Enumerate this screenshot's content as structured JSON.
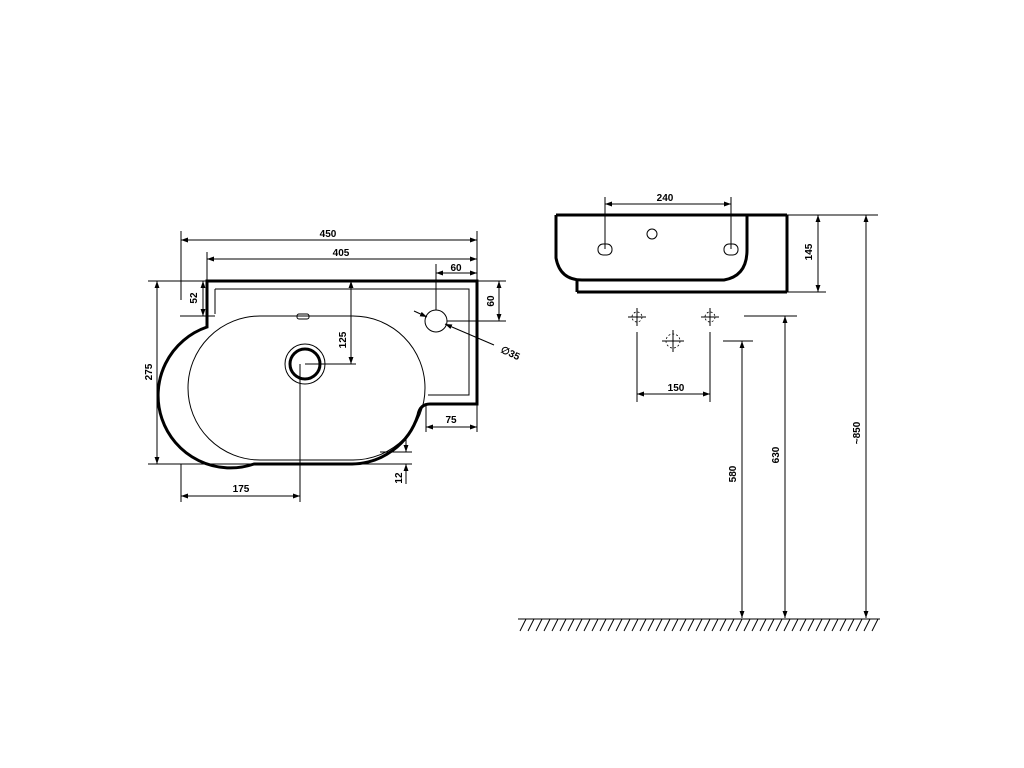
{
  "drawing": {
    "top_view": {
      "dims": {
        "width_overall": "450",
        "width_to_deck": "405",
        "tap_hole_offset_x": "60",
        "tap_hole_offset_y": "60",
        "deck_depth": "52",
        "drain_offset_y": "125",
        "height_overall": "275",
        "tap_hole_diameter": "∅35",
        "deck_width": "75",
        "drain_offset_x": "175",
        "bottom_gap": "12"
      }
    },
    "side_view": {
      "dims": {
        "mount_spacing": "240",
        "basin_height": "145",
        "pipe_spacing": "150",
        "height_580": "580",
        "height_630": "630",
        "height_850": "~850"
      }
    }
  },
  "colors": {
    "line": "#000000",
    "background": "#ffffff"
  }
}
